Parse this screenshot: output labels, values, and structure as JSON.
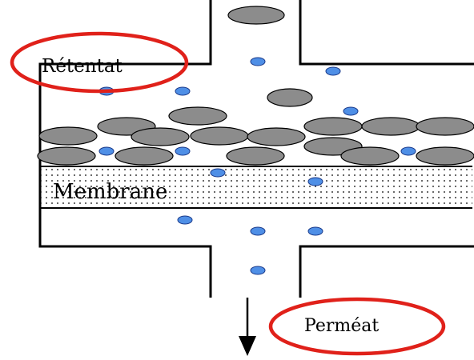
{
  "labels": {
    "retentate": "Rétentat",
    "membrane": "Membrane",
    "permeate": "Perméat"
  },
  "colors": {
    "large_particle": "#8c8c8c",
    "small_particle": "#4f8fe6",
    "outline": "#000000",
    "highlight_ellipse": "#e0211a",
    "membrane_dots": "#000000"
  },
  "icons": {
    "flow_direction": "arrow-down-icon"
  }
}
